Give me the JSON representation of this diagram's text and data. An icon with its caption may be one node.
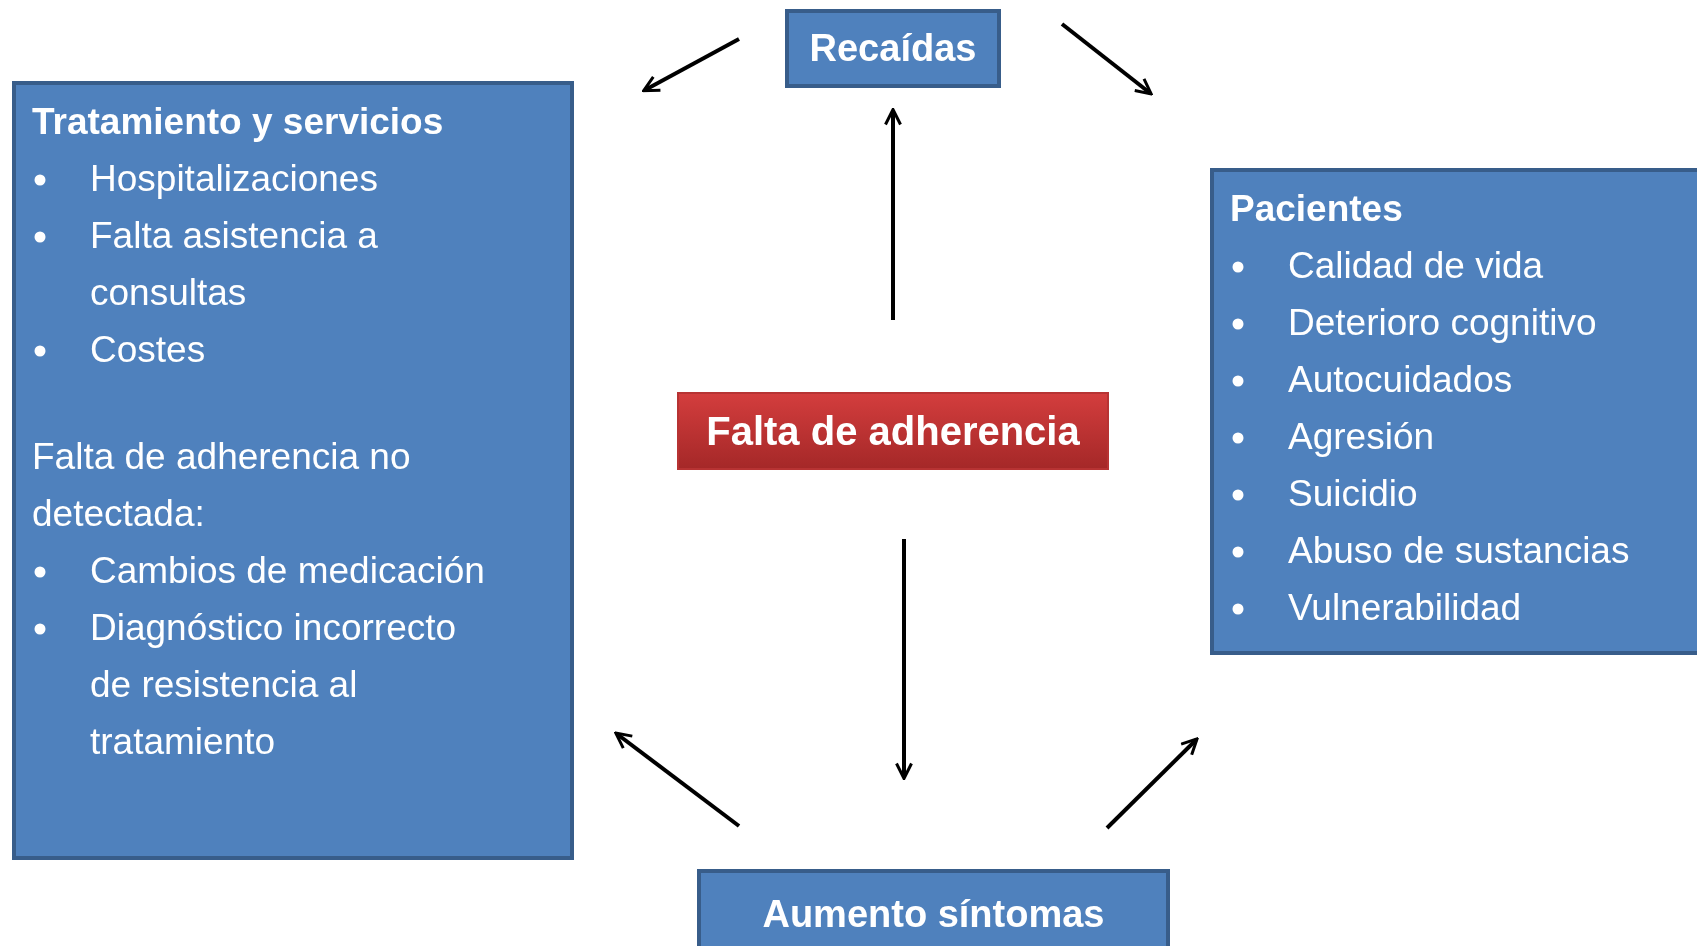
{
  "diagram": {
    "nodes": [
      {
        "text": [
          "Recaídas"
        ]
      },
      {
        "text": [
          "Tratamiento y servicios",
          "Hospitalizaciones",
          "Falta asistencia a consultas",
          "Costes",
          "Falta de adherencia no detectada:",
          "Cambios de medicación",
          "Diagnóstico incorrecto de resistencia al tratamiento"
        ]
      },
      {
        "text": [
          "Falta de adherencia"
        ]
      },
      {
        "text": [
          "Pacientes",
          "Calidad de vida",
          "Deterioro cognitivo",
          "Autocuidados",
          "Agresión",
          "Suicidio",
          "Abuso de sustancias",
          "Vulnerabilidad"
        ]
      },
      {
        "text": [
          "Aumento síntomas"
        ]
      }
    ],
    "edges": [
      {
        "from": 0,
        "to": 1,
        "arrow": "to"
      },
      {
        "from": 0,
        "to": 3,
        "arrow": "to"
      },
      {
        "from": 2,
        "to": 0,
        "arrow": "to"
      },
      {
        "from": 2,
        "to": 4,
        "arrow": "to"
      },
      {
        "from": 4,
        "to": 1,
        "arrow": "to"
      },
      {
        "from": 4,
        "to": 3,
        "arrow": "to"
      }
    ]
  }
}
